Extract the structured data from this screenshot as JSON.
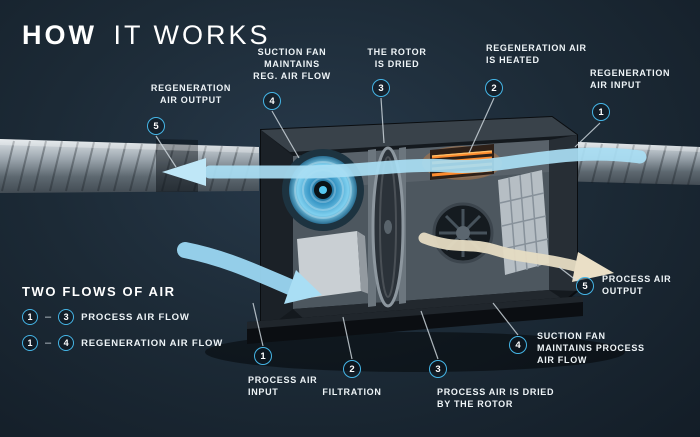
{
  "title": {
    "bold": "HOW",
    "rest": "IT WORKS"
  },
  "colors": {
    "accent": "#45b5e6",
    "background": "#1c2a36",
    "flow_blue": "#a9def4",
    "output_tan": "#e6dcc3",
    "heater_orange": "#ff8c2e"
  },
  "callouts": {
    "top": [
      {
        "num": "5",
        "label": "REGENERATION\nAIR OUTPUT"
      },
      {
        "num": "4",
        "label": "SUCTION FAN\nMAINTAINS\nREG. AIR FLOW"
      },
      {
        "num": "3",
        "label": "THE ROTOR\nIS DRIED"
      },
      {
        "num": "2",
        "label": "REGENERATION AIR\nIS HEATED"
      },
      {
        "num": "1",
        "label": "REGENERATION\nAIR INPUT"
      }
    ],
    "bottom": [
      {
        "num": "1",
        "label": "PROCESS AIR\nINPUT"
      },
      {
        "num": "2",
        "label": "FILTRATION"
      },
      {
        "num": "3",
        "label": "PROCESS AIR IS DRIED\nBY THE ROTOR"
      },
      {
        "num": "4",
        "label": "SUCTION FAN\nMAINTAINS PROCESS\nAIR FLOW"
      },
      {
        "num": "5",
        "label": "PROCESS AIR\nOUTPUT"
      }
    ]
  },
  "legend": {
    "heading": "TWO FLOWS OF AIR",
    "dash": "–",
    "rows": [
      {
        "from": "1",
        "to": "3",
        "label": "PROCESS AIR FLOW"
      },
      {
        "from": "1",
        "to": "4",
        "label": "REGENERATION AIR FLOW"
      }
    ]
  }
}
